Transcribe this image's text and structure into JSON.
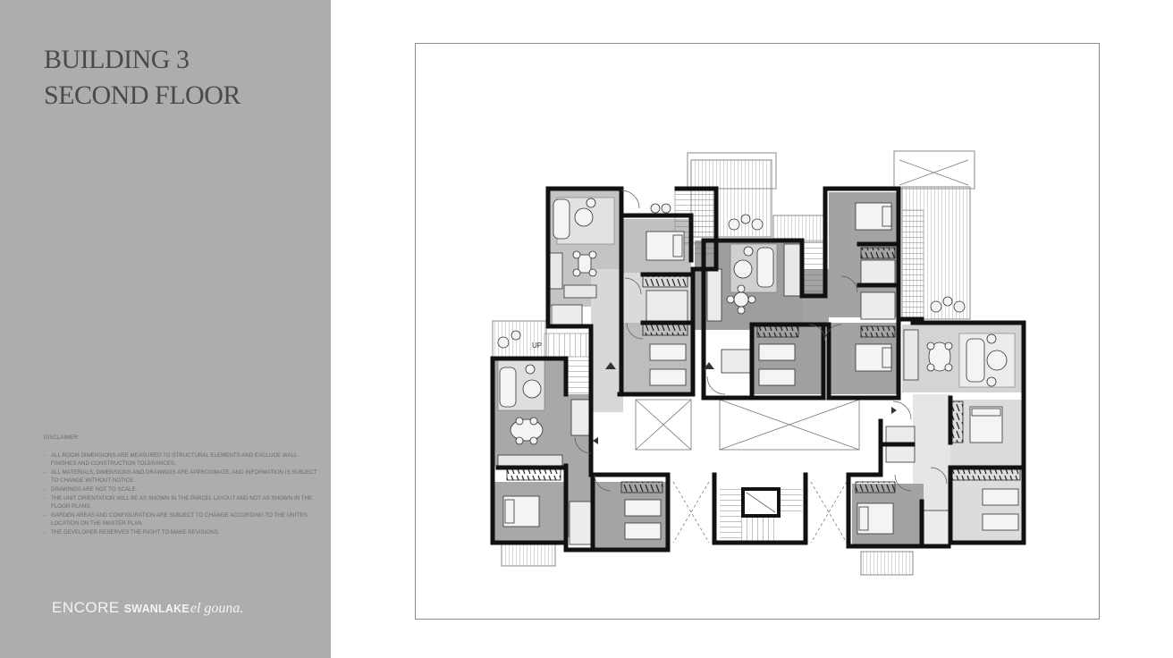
{
  "header": {
    "title_line1": "BUILDING 3",
    "title_line2": "SECOND FLOOR"
  },
  "disclaimer": {
    "heading": "DISCLAIMER:",
    "items": [
      "ALL ROOM DIMENSIONS ARE MEASURED TO STRUCTURAL ELEMENTS AND EXCLUDE WALL FINISHES AND CONSTRUCTION TOLERANCES.",
      "ALL MATERIALS, DIMENSIONS AND DRAWINGS ARE APPROXIMATE, AND INFORMATION IS SUBJECT TO CHANGE WITHOUT NOTICE.",
      "DRAWINGS ARE NOT TO SCALE.",
      "THE UNIT ORIENTATION WILL BE AS SHOWN IN THE PARCEL LAYOUT AND NOT AS SHOWN IN THE FLOOR PLANS.",
      "GARDEN AREAS AND CONFIGURATION ARE SUBJECT TO CHANGE ACCORDING TO THE UNIT®S LOCATION ON THE MASTER PLAN.",
      "THE DEVELOPER RESERVES THE RIGHT TO MAKE REVISIONS."
    ]
  },
  "brand": {
    "part1": "ENCORE",
    "part2": "SWANLAKE",
    "part3": "el gouna."
  },
  "floor_plan": {
    "stair_label": "UP",
    "colors": {
      "sidebar_bg": "#adadad",
      "wall": "#111111",
      "room_dark": "#9e9e9e",
      "room_light": "#dcdcdc",
      "terrace_line": "#8c8c8c",
      "frame_border": "#8a8a8a"
    }
  }
}
